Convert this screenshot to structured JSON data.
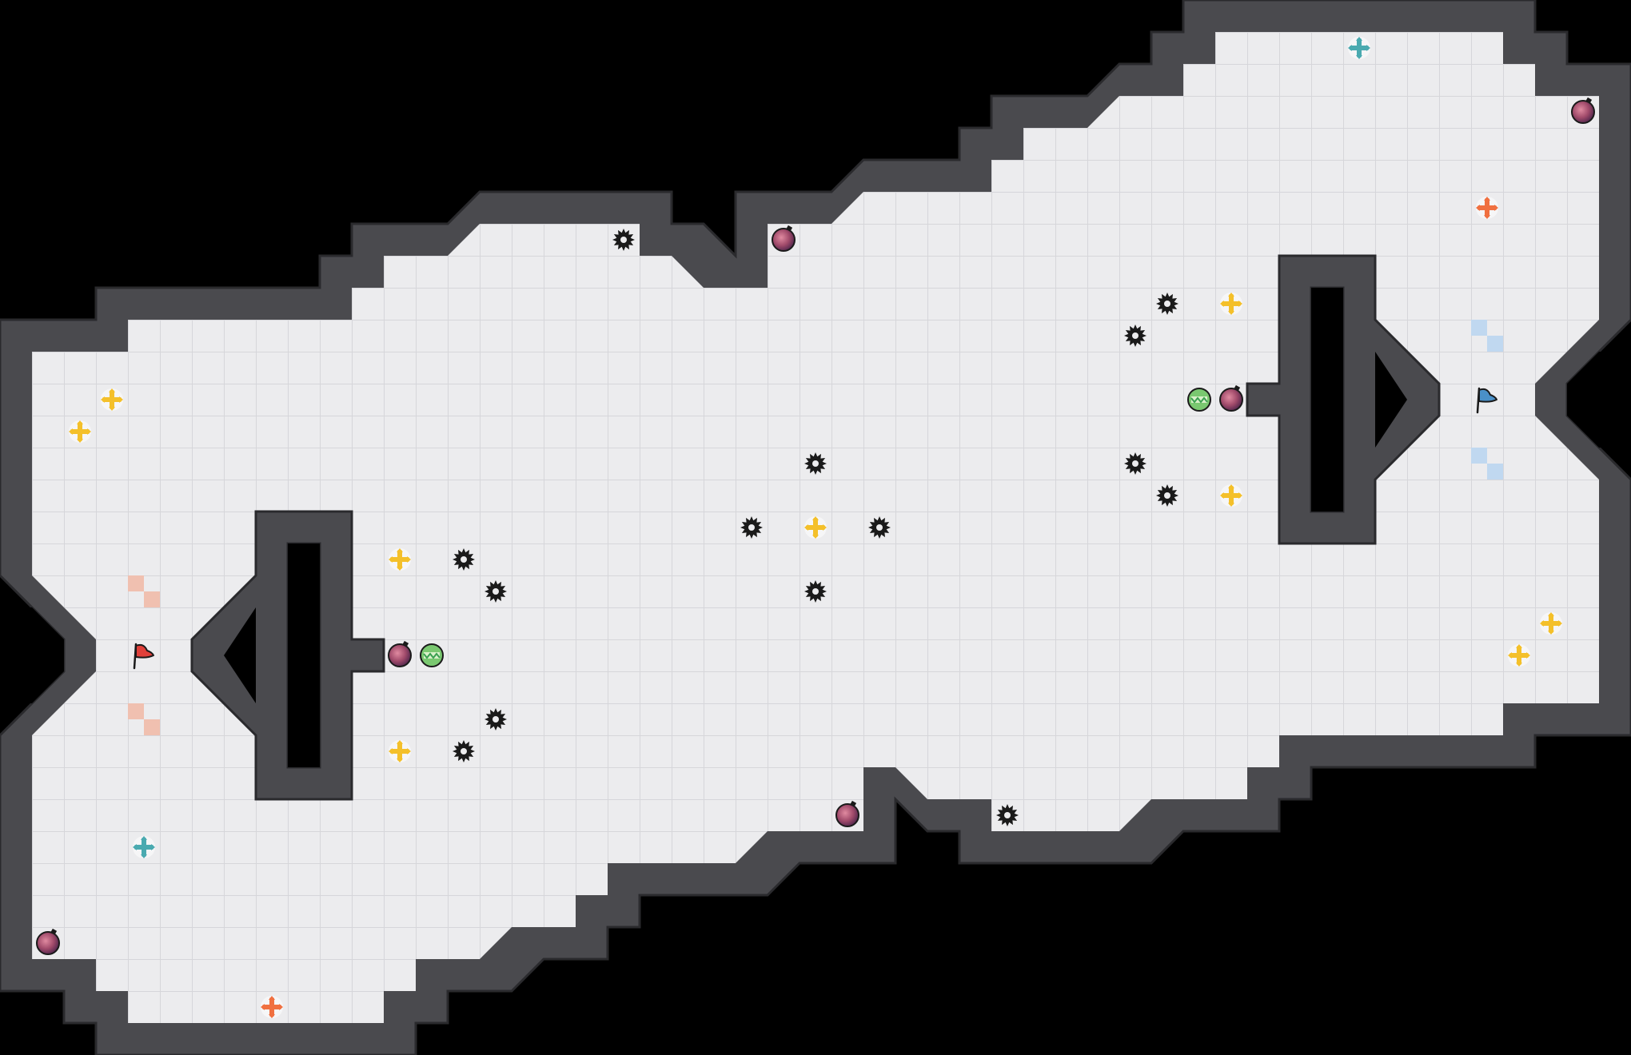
{
  "map": {
    "grid_cols": 51,
    "grid_rows": 33,
    "colors": {
      "background": "#000000",
      "floor": "#ececee",
      "grid_line": "#d6d6da",
      "wall": "#4a4a4e",
      "wall_inner": "#38383c",
      "wall_edge": "#2a2a2d",
      "red_team": "#e0403a",
      "blue_team": "#4a90c8",
      "powerup_yellow": "#f4c02a",
      "powerup_orange": "#f07040",
      "powerup_teal": "#4aaab0",
      "bomb": "#a04a6a",
      "gate_green": "#3aa050"
    }
  },
  "flags": [
    {
      "team": "red",
      "col": 4,
      "row": 20
    },
    {
      "team": "blue",
      "col": 46,
      "row": 12
    }
  ],
  "spikes": [
    {
      "col": 19,
      "row": 7
    },
    {
      "col": 36,
      "row": 9
    },
    {
      "col": 35,
      "row": 10
    },
    {
      "col": 25,
      "row": 14
    },
    {
      "col": 35,
      "row": 14
    },
    {
      "col": 36,
      "row": 15
    },
    {
      "col": 23,
      "row": 16
    },
    {
      "col": 27,
      "row": 16
    },
    {
      "col": 14,
      "row": 17
    },
    {
      "col": 15,
      "row": 18
    },
    {
      "col": 25,
      "row": 18
    },
    {
      "col": 15,
      "row": 22
    },
    {
      "col": 14,
      "row": 23
    },
    {
      "col": 31,
      "row": 25
    }
  ],
  "bombs": [
    {
      "col": 24,
      "row": 7
    },
    {
      "col": 49,
      "row": 3
    },
    {
      "col": 38,
      "row": 12
    },
    {
      "col": 12,
      "row": 20
    },
    {
      "col": 26,
      "row": 25
    },
    {
      "col": 1,
      "row": 29
    }
  ],
  "gates": [
    {
      "col": 37,
      "row": 12
    },
    {
      "col": 13,
      "row": 20
    }
  ],
  "powerups": [
    {
      "kind": "yellow",
      "col": 3,
      "row": 12
    },
    {
      "kind": "yellow",
      "col": 2,
      "row": 13
    },
    {
      "kind": "yellow",
      "col": 38,
      "row": 9
    },
    {
      "kind": "yellow",
      "col": 38,
      "row": 15
    },
    {
      "kind": "yellow",
      "col": 25,
      "row": 16
    },
    {
      "kind": "yellow",
      "col": 12,
      "row": 17
    },
    {
      "kind": "yellow",
      "col": 12,
      "row": 23
    },
    {
      "kind": "yellow",
      "col": 48,
      "row": 19
    },
    {
      "kind": "yellow",
      "col": 47,
      "row": 20
    },
    {
      "kind": "orange",
      "col": 46,
      "row": 6
    },
    {
      "kind": "orange",
      "col": 8,
      "row": 31
    },
    {
      "kind": "teal",
      "col": 42,
      "row": 1
    },
    {
      "kind": "teal",
      "col": 4,
      "row": 26
    }
  ],
  "team_tiles": [
    {
      "team": "red",
      "col": 4,
      "row": 18
    },
    {
      "team": "red",
      "col": 4,
      "row": 22
    },
    {
      "team": "blue",
      "col": 46,
      "row": 10
    },
    {
      "team": "blue",
      "col": 46,
      "row": 14
    }
  ]
}
